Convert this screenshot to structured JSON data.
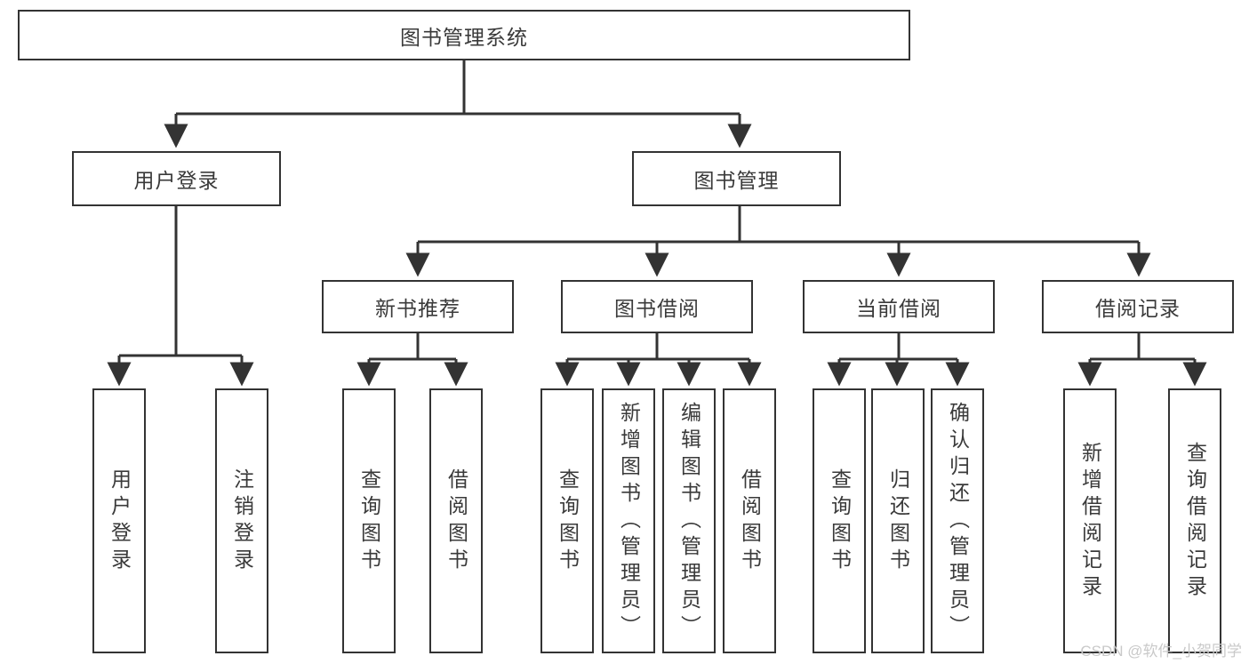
{
  "diagram": {
    "type": "tree",
    "title": "图书管理系统",
    "watermark": "CSDN @软件_小贺同学",
    "colors": {
      "box_border": "#333333",
      "box_fill": "#ffffff",
      "text": "#3a3a3a",
      "connector": "#333333",
      "watermark": "#c9c9c9"
    },
    "root": {
      "label": "图书管理系统"
    },
    "level2": [
      {
        "label": "用户登录"
      },
      {
        "label": "图书管理"
      }
    ],
    "level3": [
      {
        "label": "新书推荐"
      },
      {
        "label": "图书借阅"
      },
      {
        "label": "当前借阅"
      },
      {
        "label": "借阅记录"
      }
    ],
    "leaves": {
      "user_login": [
        {
          "label": "用户登录"
        },
        {
          "label": "注销登录"
        }
      ],
      "new_book": [
        {
          "label": "查询图书"
        },
        {
          "label": "借阅图书"
        }
      ],
      "book_borrow": [
        {
          "label": "查询图书"
        },
        {
          "label": "新增图书（管理员）"
        },
        {
          "label": "编辑图书（管理员）"
        },
        {
          "label": "借阅图书"
        }
      ],
      "current_borrow": [
        {
          "label": "查询图书"
        },
        {
          "label": "归还图书"
        },
        {
          "label": "确认归还（管理员）"
        }
      ],
      "borrow_record": [
        {
          "label": "新增借阅记录"
        },
        {
          "label": "查询借阅记录"
        }
      ]
    }
  }
}
